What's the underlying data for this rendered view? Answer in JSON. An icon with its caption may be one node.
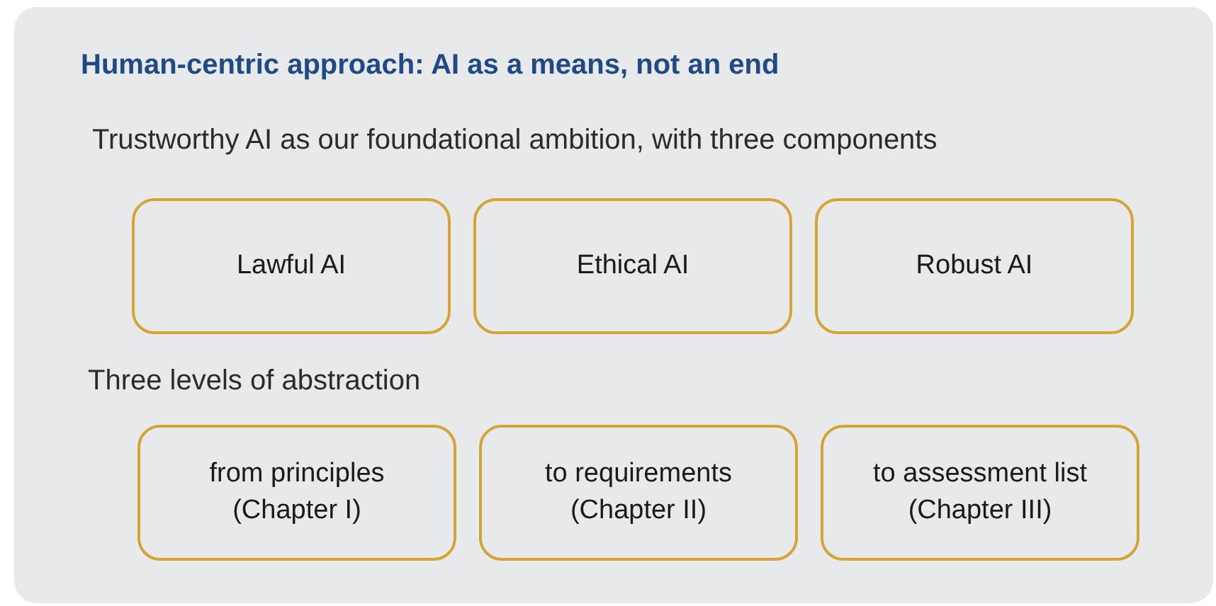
{
  "diagram": {
    "title": "Human-centric approach: AI as a means, not an end",
    "nodes": [
      {
        "text": [
          "Lawful AI"
        ]
      },
      {
        "text": [
          "Ethical AI"
        ]
      },
      {
        "text": [
          "Robust AI"
        ]
      },
      {
        "text": [
          "from principles (Chapter I)"
        ]
      },
      {
        "text": [
          "to requirements (Chapter II)"
        ]
      },
      {
        "text": [
          "to assessment list (Chapter III)"
        ]
      }
    ],
    "labels": [
      "Trustworthy AI as our foundational ambition, with three components",
      "Three levels of abstraction"
    ]
  }
}
